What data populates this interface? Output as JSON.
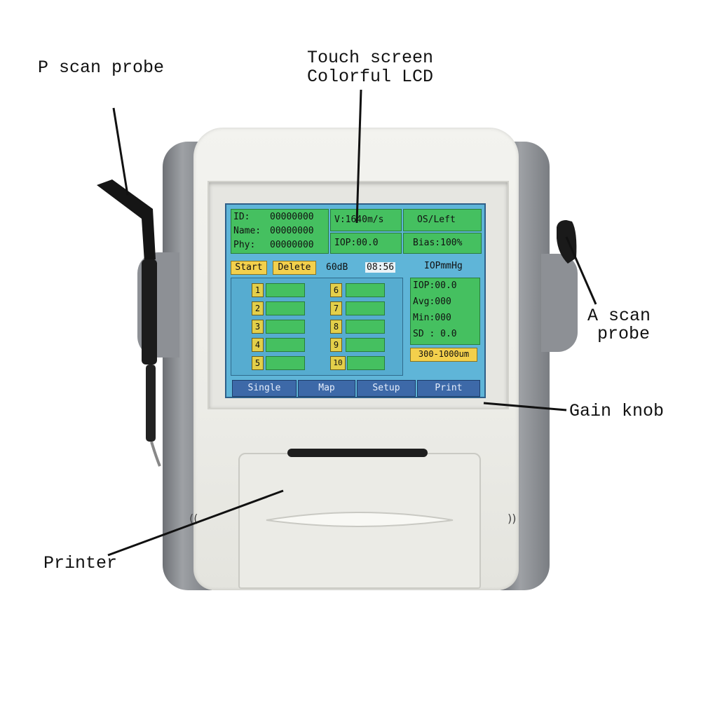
{
  "labels": {
    "p_scan_probe": "P scan probe",
    "touch_screen_line1": "Touch screen",
    "touch_screen_line2": "Colorful LCD",
    "a_scan_line1": "A scan",
    "a_scan_line2": "probe",
    "gain_knob": "Gain knob",
    "printer": "Printer"
  },
  "screen": {
    "id_label": "ID:",
    "id_value": "00000000",
    "name_label": "Name:",
    "name_value": "00000000",
    "phy_label": "Phy:",
    "phy_value": "00000000",
    "velocity": "V:1640m/s",
    "eye": "OS/Left",
    "iop": "IOP:00.0",
    "bias": "Bias:100%",
    "start_button": "Start",
    "delete_button": "Delete",
    "gain": "60dB",
    "time": "08:56",
    "units": "IOPmmHg",
    "stats": {
      "iop": "IOP:00.0",
      "avg": "Avg:000",
      "min": "Min:000",
      "sd": "SD : 0.0"
    },
    "range": "300-1000um",
    "measurement_slots": [
      "1",
      "2",
      "3",
      "4",
      "5",
      "6",
      "7",
      "8",
      "9",
      "10"
    ],
    "tabs": [
      "Single",
      "Map",
      "Setup",
      "Print"
    ]
  },
  "colors": {
    "lcd_background": "#5fb5d8",
    "lcd_field_green": "#45c060",
    "button_yellow": "#f3d04c",
    "tab_blue": "#3d69a8",
    "device_white": "#ecece7",
    "device_grey": "#8a8d92"
  }
}
